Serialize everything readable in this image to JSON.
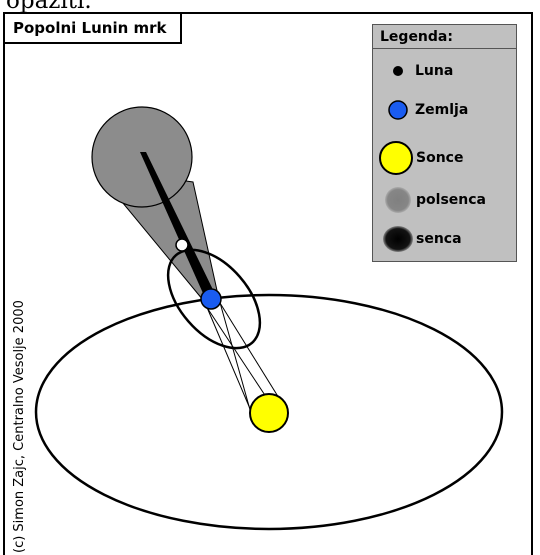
{
  "header": {
    "cut_text": "opaziti."
  },
  "diagram": {
    "title": "Popolni Lunin mrk",
    "copyright": "(c) Simon Zajc, Centralno Vesolje 2000"
  },
  "legend": {
    "title": "Legenda:",
    "items": [
      {
        "label": "Luna",
        "icon": "moon-icon",
        "color": "#000000"
      },
      {
        "label": "Zemlja",
        "icon": "earth-icon",
        "color": "#1a5cf0"
      },
      {
        "label": "Sonce",
        "icon": "sun-icon",
        "color": "#ffff00"
      },
      {
        "label": "polsenca",
        "icon": "penumbra-icon",
        "color": "#808080"
      },
      {
        "label": "senca",
        "icon": "umbra-icon",
        "color": "#000000"
      }
    ]
  },
  "colors": {
    "legend_background": "#c0c0c0",
    "penumbra": "#808080",
    "umbra": "#000000",
    "earth": "#1a5cf0",
    "sun": "#ffff00",
    "moon": "#ffffff"
  }
}
